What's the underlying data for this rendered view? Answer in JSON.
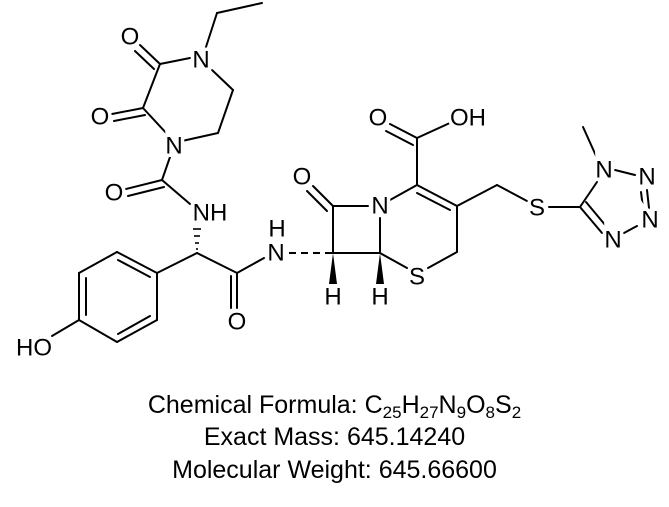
{
  "structure": {
    "labels": {
      "o_top": "O",
      "n_ethyl": "N",
      "o_mid": "O",
      "n_ring": "N",
      "o_urea": "O",
      "nh_urea": "NH",
      "ho": "HO",
      "o_amide": "O",
      "n_amide": "N",
      "h_amide": "H",
      "o_lactam": "O",
      "n_lactam": "N",
      "h7": "H",
      "h6": "H",
      "s_ring": "S",
      "o_acid": "O",
      "oh_acid": "OH",
      "s_thio": "S",
      "n1": "N",
      "n2": "N",
      "n3": "N",
      "n4": "N"
    }
  },
  "caption": {
    "formula_label": "Chemical Formula:",
    "formula": "C25H27N9O8S2",
    "exact_mass": "Exact Mass: 645.14240",
    "molecular_weight": "Molecular Weight: 645.66600"
  }
}
